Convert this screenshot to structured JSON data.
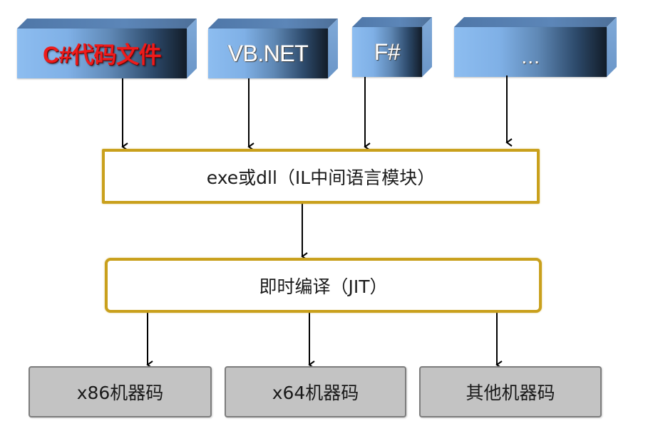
{
  "diagram": {
    "sources": [
      {
        "id": "csharp",
        "label": "C#代码文件",
        "highlight": true
      },
      {
        "id": "vbnet",
        "label": "VB.NET",
        "highlight": false
      },
      {
        "id": "fsharp",
        "label": "F#",
        "highlight": false
      },
      {
        "id": "others",
        "label": "…",
        "highlight": false
      }
    ],
    "intermediate": {
      "label": "exe或dll（IL中间语言模块）"
    },
    "compiler": {
      "label": "即时编译（JIT）"
    },
    "targets": [
      {
        "id": "x86",
        "label": "x86机器码"
      },
      {
        "id": "x64",
        "label": "x64机器码"
      },
      {
        "id": "other",
        "label": "其他机器码"
      }
    ],
    "edges": [
      {
        "from": "csharp",
        "to": "intermediate"
      },
      {
        "from": "vbnet",
        "to": "intermediate"
      },
      {
        "from": "fsharp",
        "to": "intermediate"
      },
      {
        "from": "others",
        "to": "intermediate"
      },
      {
        "from": "intermediate",
        "to": "compiler"
      },
      {
        "from": "compiler",
        "to": "x86"
      },
      {
        "from": "compiler",
        "to": "x64"
      },
      {
        "from": "compiler",
        "to": "other"
      }
    ],
    "colors": {
      "source_label_highlight": "#ee1b1b",
      "source_label": "#ffffff",
      "process_border": "#c9a01c",
      "target_fill": "#c3c3c3",
      "target_border": "#7d7d7d",
      "arrow": "#000000"
    }
  }
}
